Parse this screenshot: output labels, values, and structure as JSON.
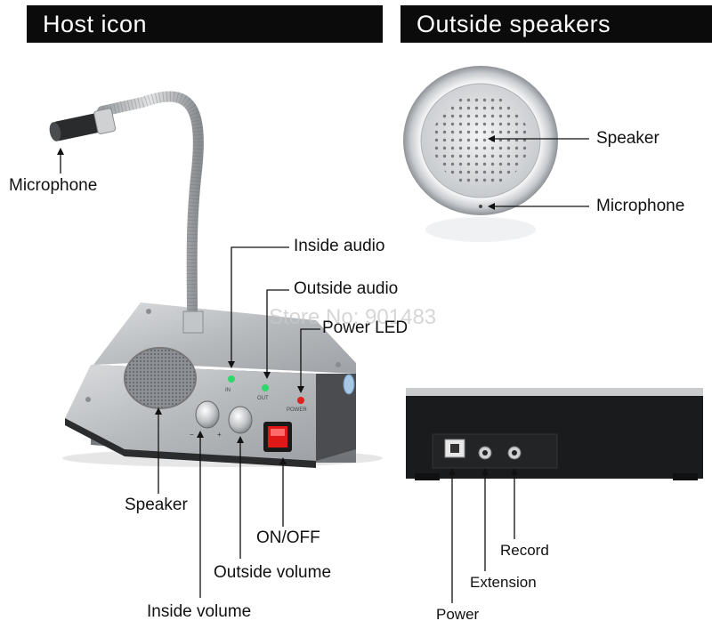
{
  "headers": {
    "host": "Host icon",
    "outside": "Outside speakers"
  },
  "watermark": "Store No: 901483",
  "host_labels": {
    "microphone": "Microphone",
    "inside_audio": "Inside audio",
    "outside_audio": "Outside audio",
    "power_led": "Power LED",
    "speaker": "Speaker",
    "on_off": "ON/OFF",
    "outside_volume": "Outside volume",
    "inside_volume": "Inside volume"
  },
  "panel_marks": {
    "in": "IN",
    "out": "OUT",
    "power": "POWER"
  },
  "outside_labels": {
    "speaker": "Speaker",
    "microphone": "Microphone"
  },
  "back_labels": {
    "record": "Record",
    "extension": "Extension",
    "power": "Power"
  },
  "colors": {
    "banner": "#0b0b0b",
    "led_green": "#2fd86a",
    "led_red": "#e0201c",
    "switch_red": "#e01818",
    "device_silver": "#b9bcbf"
  }
}
